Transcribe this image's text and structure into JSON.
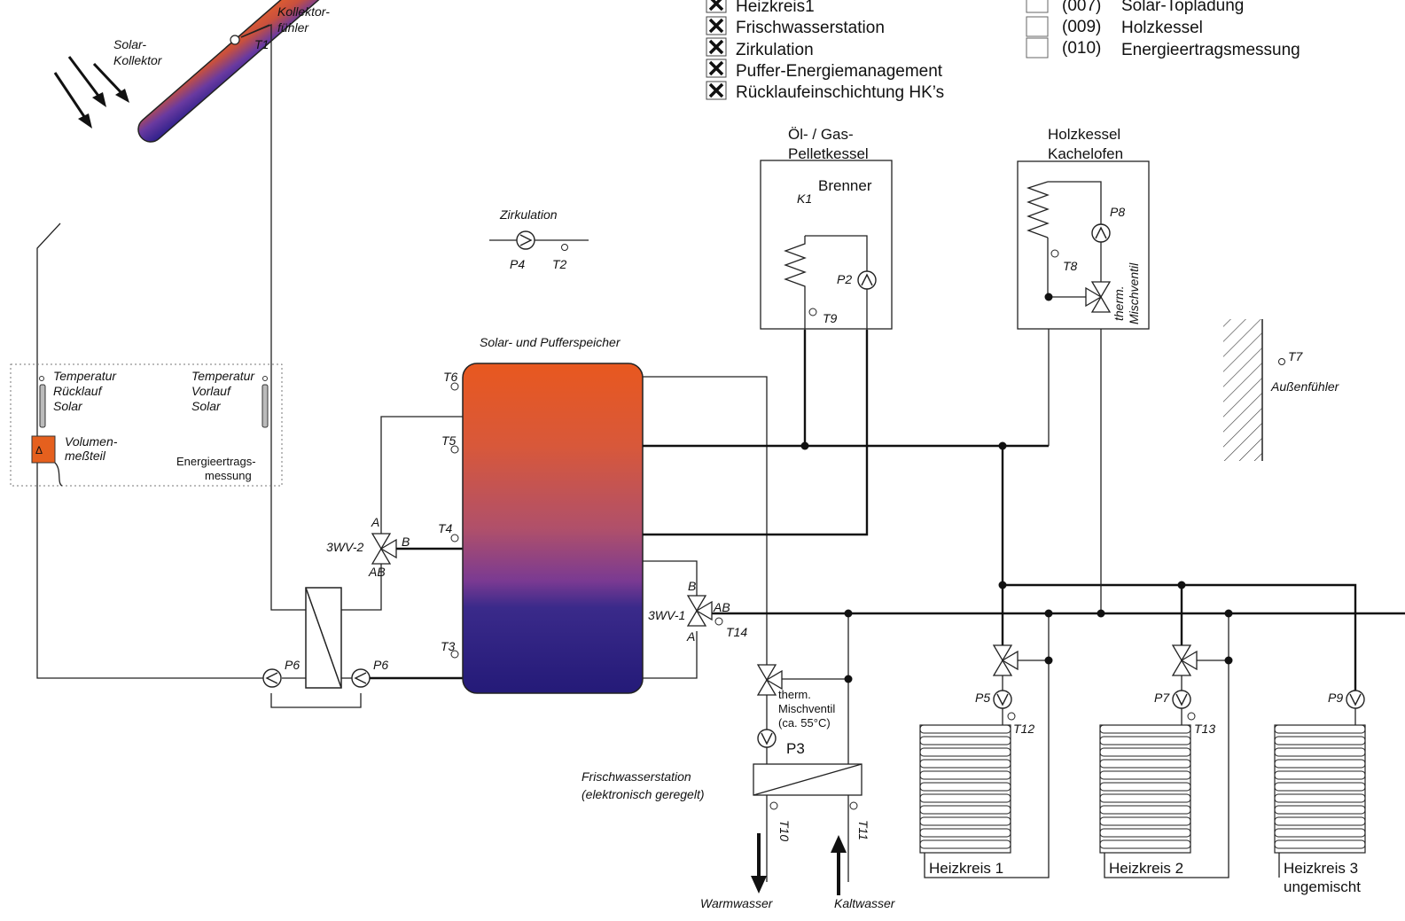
{
  "legend": {
    "options_left": [
      {
        "label": "Heizkreis1",
        "checked": true
      },
      {
        "label": "Frischwasserstation",
        "checked": true
      },
      {
        "label": "Zirkulation",
        "checked": true
      },
      {
        "label": "Puffer-Energiemanagement",
        "checked": true
      },
      {
        "label": "Rücklaufeinschichtung HK’s",
        "checked": true
      }
    ],
    "options_right": [
      {
        "code": "(007)",
        "label": "Solar-Topladung",
        "checked": false
      },
      {
        "code": "(009)",
        "label": "Holzkessel",
        "checked": false
      },
      {
        "code": "(010)",
        "label": "Energieertragsmessung",
        "checked": false
      }
    ]
  },
  "solar": {
    "collector": [
      "Solar-",
      "Kollektor"
    ],
    "sensor": [
      "Kollektor-",
      "fühler"
    ],
    "t1": "T1"
  },
  "energy_box": {
    "return_temp": [
      "Temperatur",
      "Rücklauf",
      "Solar"
    ],
    "flow_temp": [
      "Temperatur",
      "Vorlauf",
      "Solar"
    ],
    "volume": [
      "Volumen-",
      "meßteil"
    ],
    "yield": [
      "Energieertrags-",
      "messung"
    ],
    "delta": "Δ"
  },
  "circulation": {
    "title": "Zirkulation",
    "pump": "P4",
    "sensor": "T2"
  },
  "storage": {
    "title": "Solar- und Pufferspeicher",
    "sensors": [
      "T6",
      "T5",
      "T4",
      "T3"
    ],
    "valve2": "3WV-2",
    "valve1": "3WV-1",
    "ports": {
      "a": "A",
      "b": "B",
      "ab": "AB"
    },
    "hx_pump": "P6",
    "t14": "T14"
  },
  "oil_boiler": {
    "title": [
      "Öl- / Gas-",
      "Pelletkessel"
    ],
    "burner": "Brenner",
    "k1": "K1",
    "pump": "P2",
    "sensor": "T9"
  },
  "wood_boiler": {
    "title": [
      "Holzkessel",
      "Kachelofen"
    ],
    "pump": "P8",
    "sensor": "T8",
    "valve": [
      "therm.",
      "Mischventil"
    ]
  },
  "outdoor": {
    "sensor": "T7",
    "label": "Außenfühler"
  },
  "fresh_water": {
    "title": [
      "Frischwasserstation",
      "(elektronisch geregelt)"
    ],
    "valve": [
      "therm.",
      "Mischventil",
      "(ca. 55°C)"
    ],
    "pump": "P3",
    "t10": "T10",
    "t11": "T11",
    "warm": "Warmwasser",
    "cold": "Kaltwasser"
  },
  "circuits": [
    {
      "name": "Heizkreis 1",
      "sub": "",
      "pump": "P5",
      "sensor": "T12"
    },
    {
      "name": "Heizkreis 2",
      "sub": "",
      "pump": "P7",
      "sensor": "T13"
    },
    {
      "name": "Heizkreis 3",
      "sub": "ungemischt",
      "pump": "P9",
      "sensor": ""
    }
  ]
}
